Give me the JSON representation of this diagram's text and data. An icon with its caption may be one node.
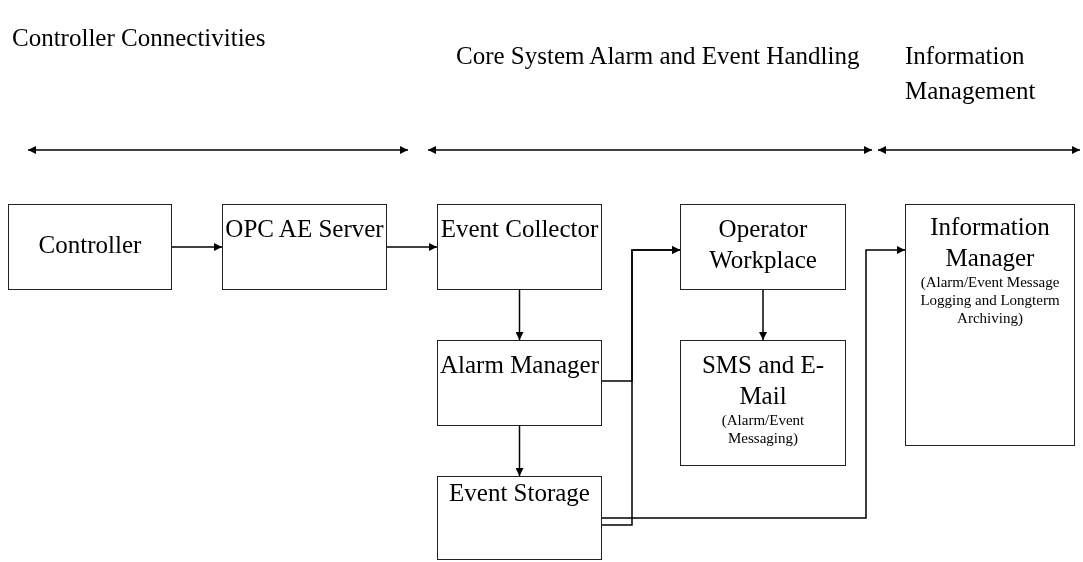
{
  "diagram": {
    "nodes": [
      {
        "text": [
          "Controller"
        ]
      },
      {
        "text": [
          "OPC AE Server"
        ]
      },
      {
        "text": [
          "Event Collector"
        ]
      },
      {
        "text": [
          "Alarm Manager"
        ]
      },
      {
        "text": [
          "Event Storage"
        ]
      },
      {
        "text": [
          "Operator Workplace"
        ]
      },
      {
        "text": [
          "SMS and E-Mail",
          "(Alarm/Event Messaging)"
        ]
      },
      {
        "text": [
          "Information Manager",
          "(Alarm/Event Message Logging and Longterm Archiving)"
        ]
      }
    ],
    "edges": [
      {
        "from": 0,
        "to": 1,
        "arrow": "to"
      },
      {
        "from": 1,
        "to": 2,
        "arrow": "to"
      },
      {
        "from": 2,
        "to": 3,
        "arrow": "to"
      },
      {
        "from": 3,
        "to": 4,
        "arrow": "to"
      },
      {
        "from": 5,
        "to": 6,
        "arrow": "to"
      },
      {
        "from": 3,
        "to": 5,
        "arrow": "to"
      },
      {
        "from": 4,
        "to": 5,
        "arrow": "to"
      },
      {
        "from": 4,
        "to": 7,
        "arrow": "to"
      }
    ],
    "labels": [
      "Controller Connectivities",
      "Core System Alarm and Event Handling",
      "Information Management"
    ]
  }
}
